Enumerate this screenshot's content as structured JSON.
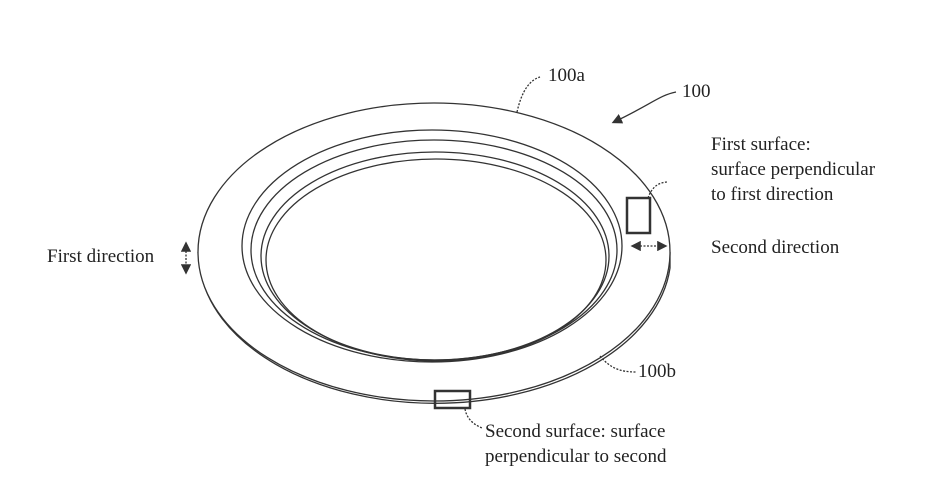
{
  "labels": {
    "ref_100": "100",
    "ref_100a": "100a",
    "ref_100b": "100b",
    "first_surface": [
      "First surface:",
      "surface perpendicular",
      "to first direction"
    ],
    "second_direction": "Second direction",
    "first_direction": "First direction",
    "second_surface": [
      "Second surface: surface",
      "perpendicular to second"
    ]
  }
}
